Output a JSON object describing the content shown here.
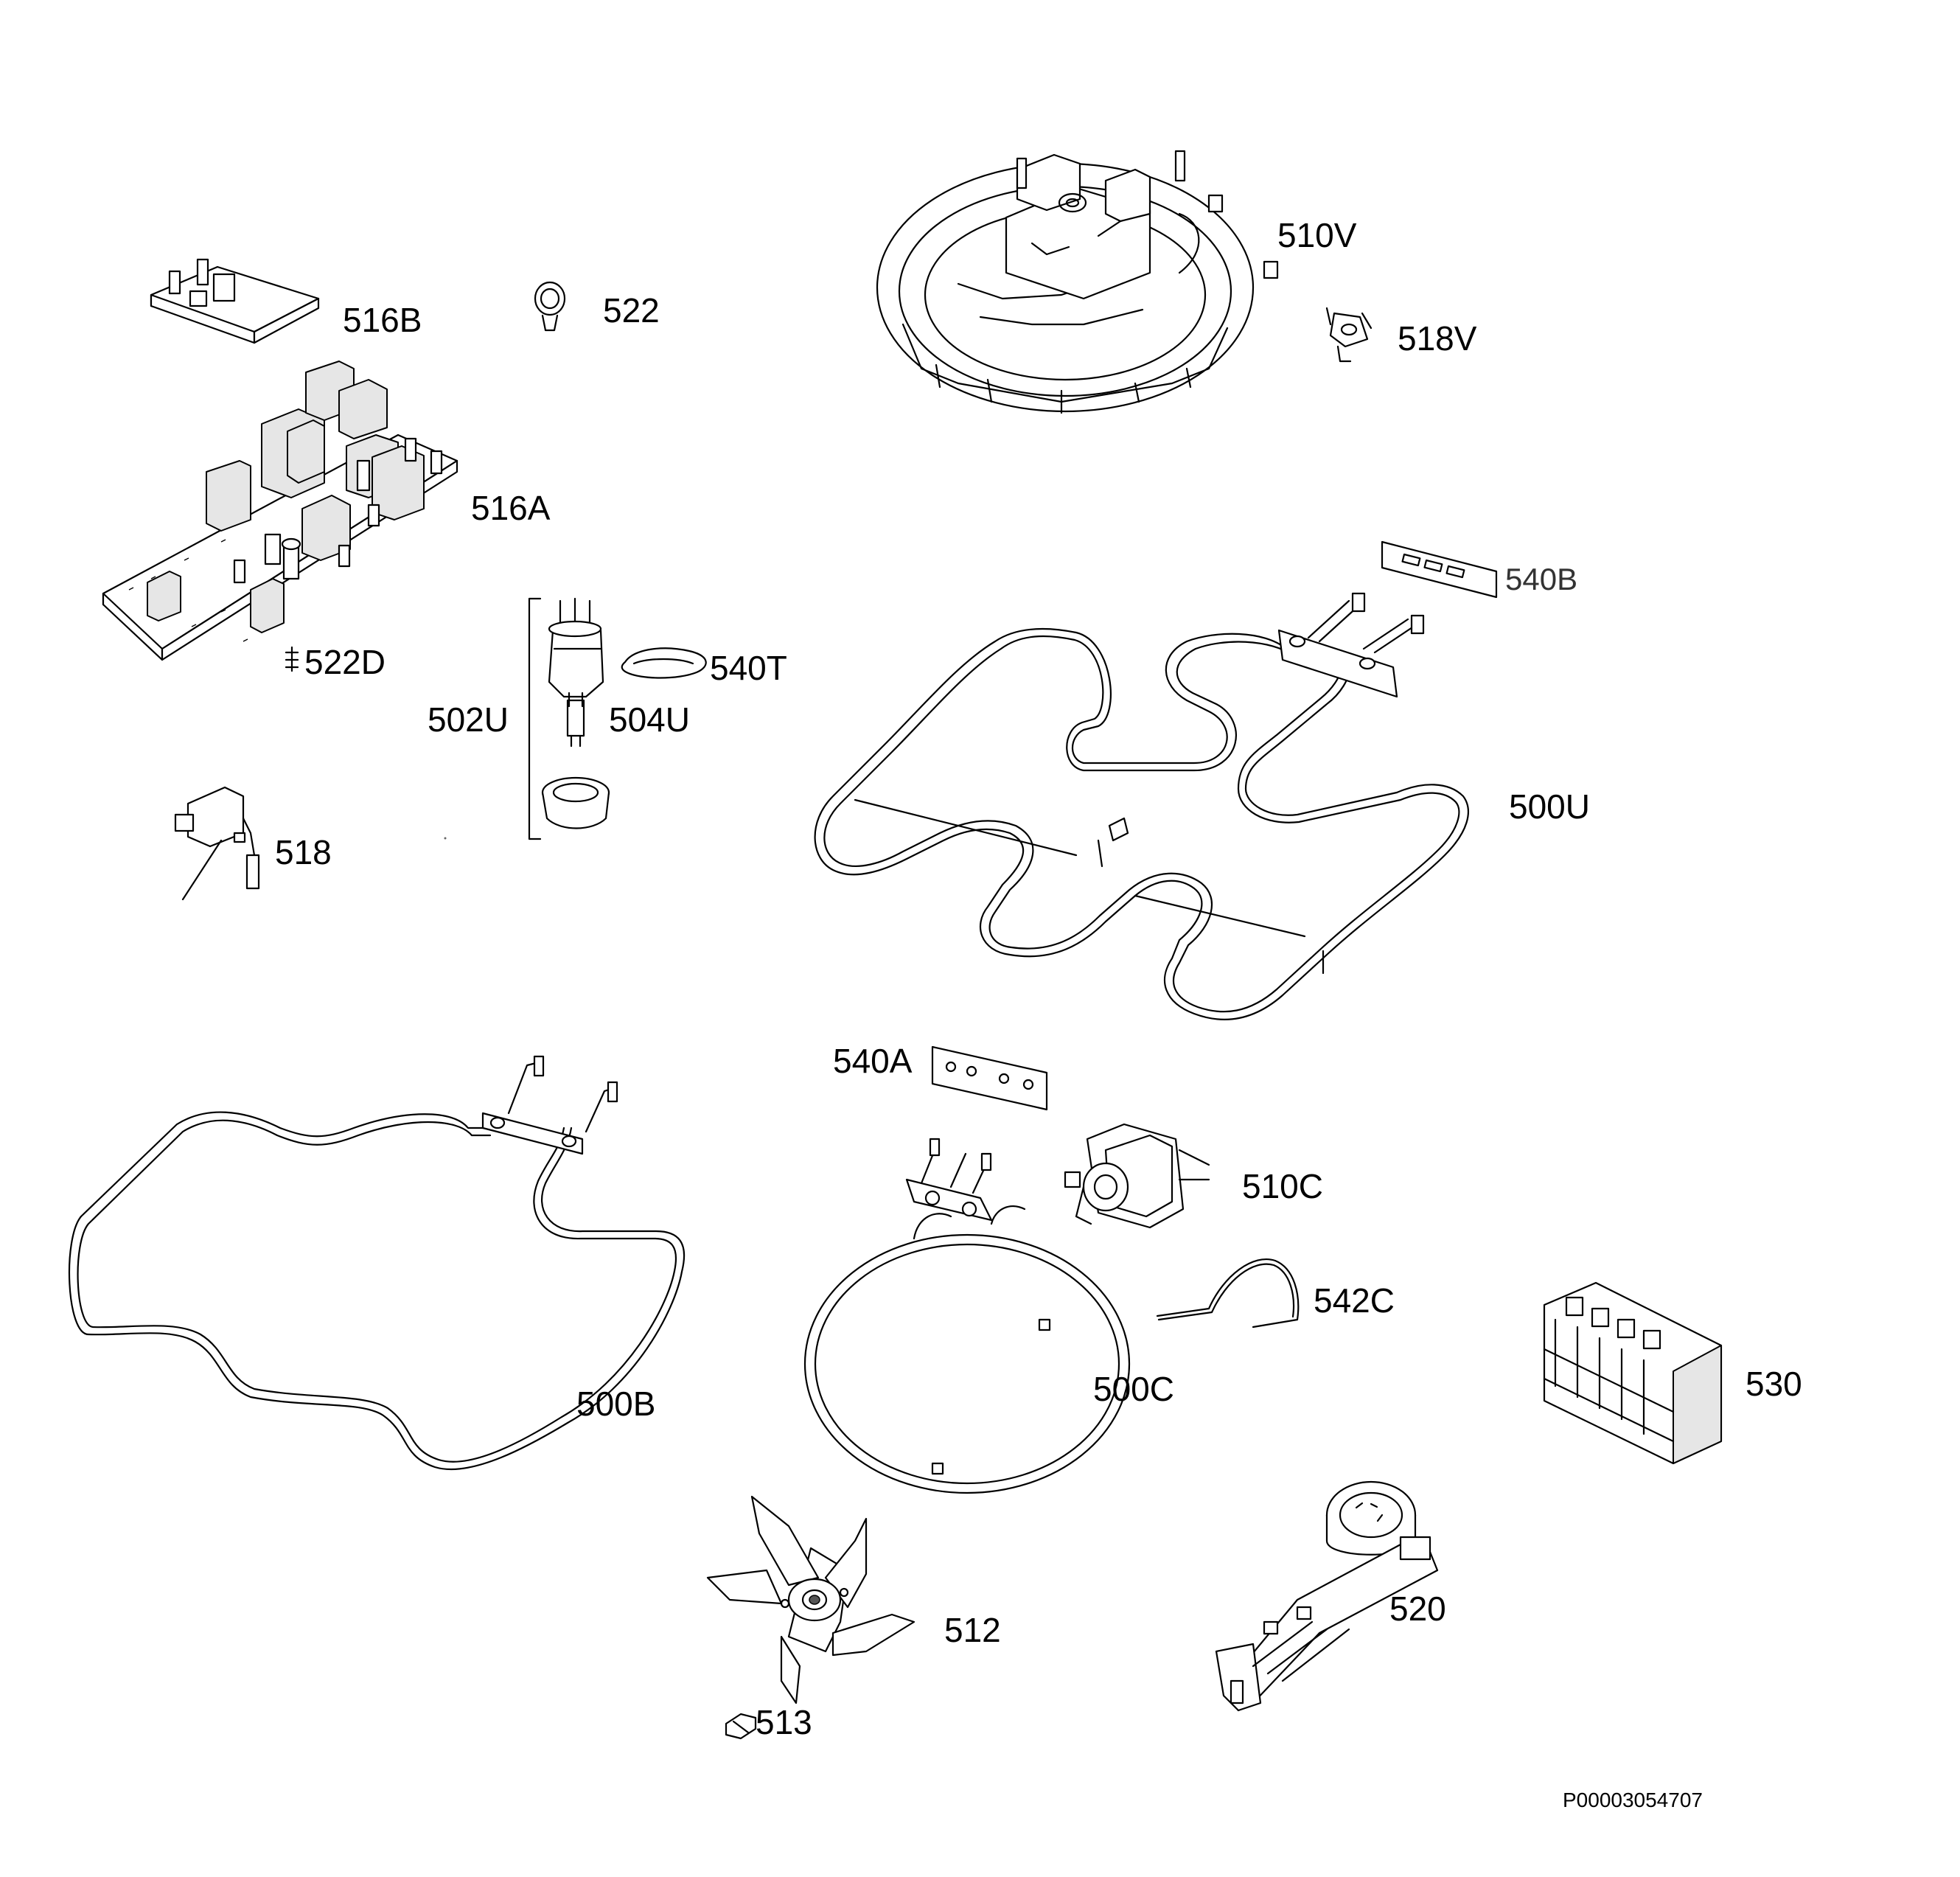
{
  "labels": {
    "p516B": "516B",
    "p522": "522",
    "p510V": "510V",
    "p518V": "518V",
    "p516A": "516A",
    "p522D": "522D",
    "p540B": "540B",
    "p540T": "540T",
    "p502U": "502U",
    "p504U": "504U",
    "p518": "518",
    "p500U": "500U",
    "p540A": "540A",
    "p510C": "510C",
    "p542C": "542C",
    "p530": "530",
    "p500B": "500B",
    "p500C": "500C",
    "p512": "512",
    "p520": "520",
    "p513": "513"
  },
  "document_id": "P00003054707",
  "colors": {
    "line": "#000000",
    "background": "#ffffff"
  }
}
